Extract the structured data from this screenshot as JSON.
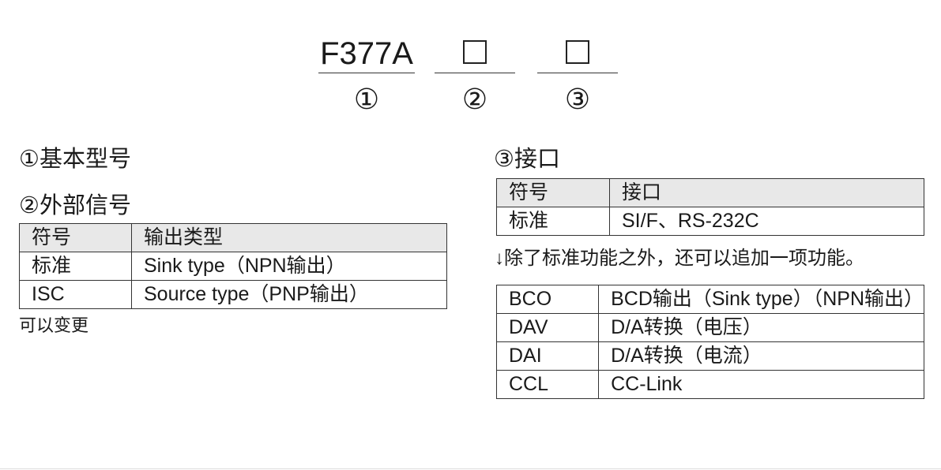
{
  "code": {
    "base": "F377A",
    "circle1": "①",
    "circle2": "②",
    "circle3": "③"
  },
  "sections": {
    "model": {
      "title": "①基本型号"
    },
    "signal": {
      "title": "②外部信号",
      "headers": [
        "符号",
        "输出类型"
      ],
      "rows": [
        [
          "标准",
          "Sink type（NPN输出）"
        ],
        [
          "ISC",
          "Source type（PNP输出）"
        ]
      ],
      "note": "可以变更"
    },
    "interface": {
      "title": "③接口",
      "headers": [
        "符号",
        "接口"
      ],
      "rows": [
        [
          "标准",
          "SI/F、RS-232C"
        ]
      ],
      "note": "↓除了标准功能之外，还可以追加一项功能。",
      "options": [
        [
          "BCO",
          "BCD输出（Sink type）（NPN输出）"
        ],
        [
          "DAV",
          "D/A转换（电压）"
        ],
        [
          "DAI",
          "D/A转换（电流）"
        ],
        [
          "CCL",
          "CC-Link"
        ]
      ]
    }
  }
}
